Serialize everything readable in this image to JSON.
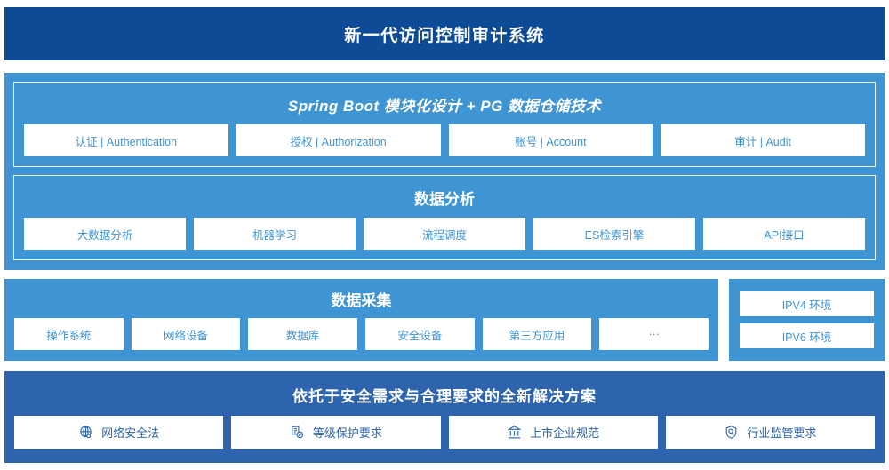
{
  "header": {
    "title": "新一代访问控制审计系统"
  },
  "architecture": {
    "platform": {
      "title": "Spring Boot 模块化设计 + PG 数据仓储技术",
      "cards": [
        {
          "label": "认证 | Authentication"
        },
        {
          "label": "授权 | Authorization"
        },
        {
          "label": "账号 | Account"
        },
        {
          "label": "审计 | Audit"
        }
      ]
    },
    "analysis": {
      "title": "数据分析",
      "cards": [
        {
          "label": "大数据分析"
        },
        {
          "label": "机器学习"
        },
        {
          "label": "流程调度"
        },
        {
          "label": "ES检索引擎"
        },
        {
          "label": "API接口"
        }
      ]
    }
  },
  "collection": {
    "title": "数据采集",
    "cards": [
      {
        "label": "操作系统"
      },
      {
        "label": "网络设备"
      },
      {
        "label": "数据库"
      },
      {
        "label": "安全设备"
      },
      {
        "label": "第三方应用"
      },
      {
        "label": "···"
      }
    ]
  },
  "environment": {
    "items": [
      {
        "label": "IPV4 环境"
      },
      {
        "label": "IPV6 环境"
      }
    ]
  },
  "compliance": {
    "title": "依托于安全需求与合理要求的全新解决方案",
    "cards": [
      {
        "label": "网络安全法",
        "icon": "globe-icon"
      },
      {
        "label": "等级保护要求",
        "icon": "document-check-icon"
      },
      {
        "label": "上市企业规范",
        "icon": "bank-icon"
      },
      {
        "label": "行业监管要求",
        "icon": "shield-search-icon"
      }
    ]
  },
  "colors": {
    "header_navy": "#0d4b96",
    "panel_blue": "#3f94d4",
    "compliance_blue": "#2e64ad",
    "card_white": "#ffffff"
  }
}
